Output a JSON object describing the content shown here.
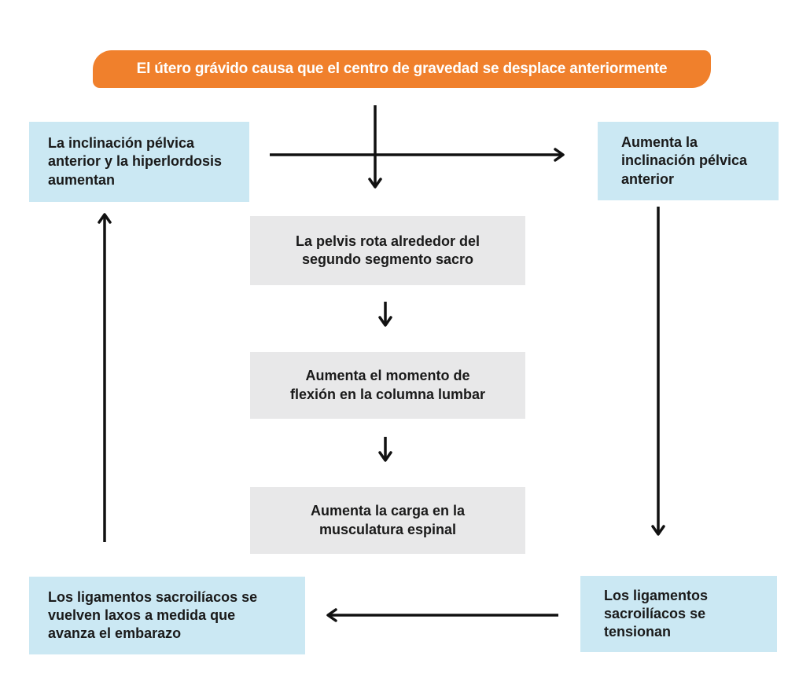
{
  "diagram": {
    "title_banner": "El útero grávido causa que el centro de gravedad se desplace anteriormente",
    "nodes": {
      "pelvic_tilt_hyperlordosis": "La inclinación pélvica\nanterior y la hiperlordosis\naumentan",
      "anterior_pelvic_tilt": "Aumenta la\ninclinación pélvica\nanterior",
      "pelvis_rotation": "La pelvis rota alrededor del\nsegundo segmento sacro",
      "flexion_moment": "Aumenta el momento de\nflexión en la columna lumbar",
      "spinal_load": "Aumenta la carga en la\nmusculatura espinal",
      "ligaments_lax": "Los ligamentos sacroilíacos se\nvuelven laxos a medida que\navanza el embarazo",
      "ligaments_tense": "Los ligamentos\nsacroilíacos se\ntensionan"
    },
    "colors": {
      "bg": "#FFFFFF",
      "banner_bg": "#F0802C",
      "banner_text": "#FFFFFF",
      "blue_box_bg": "#CBE8F3",
      "gray_box_bg": "#E8E8E9",
      "text": "#1A1A1A",
      "arrow": "#111111"
    }
  }
}
